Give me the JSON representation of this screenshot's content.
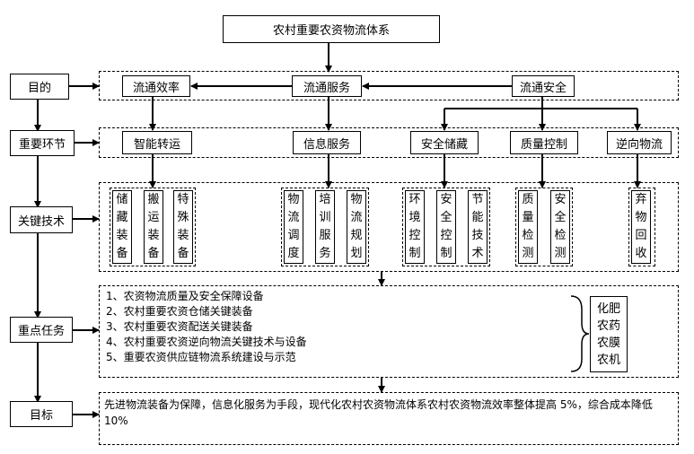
{
  "title": "农村重要农资物流体系",
  "rows": {
    "purpose": "目的",
    "key_links": "重要环节",
    "key_tech": "关键技术",
    "key_tasks": "重点任务",
    "goal": "目标"
  },
  "purposes": [
    "流通效率",
    "流通服务",
    "流通安全"
  ],
  "links": [
    "智能转运",
    "信息服务",
    "安全储藏",
    "质量控制",
    "逆向物流"
  ],
  "tech_groups": [
    [
      "储藏装备",
      "搬运装备",
      "特殊装备"
    ],
    [
      "物流调度",
      "培训服务",
      "物流规划"
    ],
    [
      "环境控制",
      "安全控制",
      "节能技术"
    ],
    [
      "质量检测",
      "安全检测"
    ],
    [
      "弃物回收"
    ]
  ],
  "tasks": [
    "1、农资物流质量及安全保障设备",
    "2、农村重要农资仓储关键装备",
    "3、农村重要农资配送关键装备",
    "4、农村重要农资逆向物流关键技术与设备",
    "5、重要农资供应链物流系统建设与示范"
  ],
  "materials": [
    "化肥",
    "农药",
    "农膜",
    "农机"
  ],
  "goal_text": "先进物流装备为保障，信息化服务为手段，现代化农村农资物流体系农村农资物流效率整体提高 5%，综合成本降低 10%",
  "para_mark": "↵"
}
